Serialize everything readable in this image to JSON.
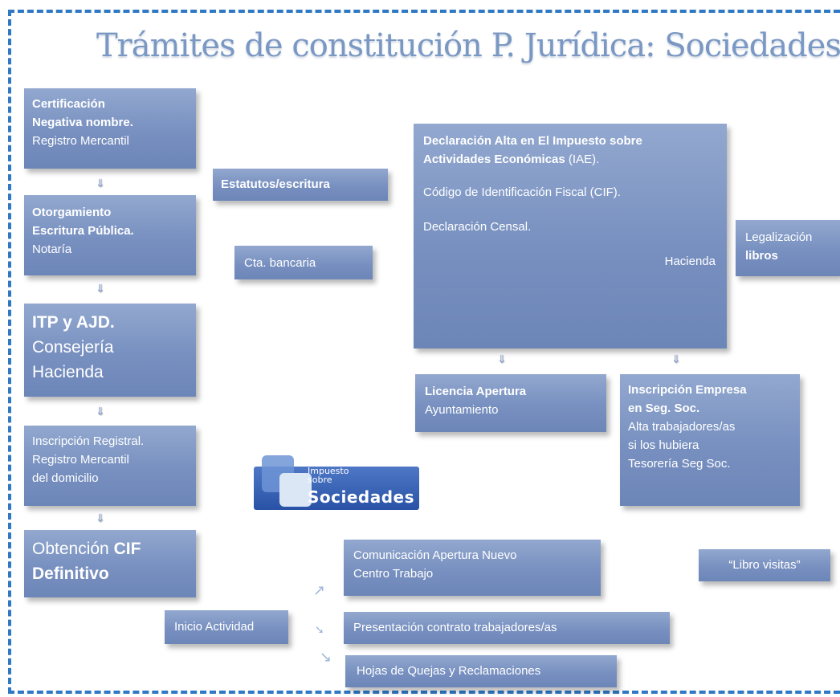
{
  "title": "Trámites de constitución P. Jurídica: Sociedades",
  "boxes": {
    "cert": {
      "l1": "Certificación",
      "l2": "Negativa nombre.",
      "l3": "Registro Mercantil"
    },
    "otorg": {
      "l1": "Otorgamiento",
      "l2": "Escritura Pública.",
      "l3": "Notaría"
    },
    "itp": {
      "l1": "ITP y AJD.",
      "l2": "Consejería",
      "l3": "Hacienda"
    },
    "inscr": {
      "l1": "Inscripción Registral.",
      "l2": "Registro Mercantil",
      "l3": "del domicilio"
    },
    "cif": {
      "l1a": "Obtención ",
      "l1b": "CIF",
      "l2": "Definitivo"
    },
    "estatutos": "Estatutos/escritura",
    "cta": "Cta. bancaria",
    "iae": {
      "l1": "Declaración Alta en El Impuesto sobre",
      "l2a": "Actividades Económicas",
      "l2b": " (IAE).",
      "l3": "Código de Identificación  Fiscal (CIF).",
      "l4": "Declaración Censal.",
      "l5": "Hacienda"
    },
    "legal": {
      "l1": "Legalización",
      "l2": "libros"
    },
    "licencia": {
      "l1": "Licencia Apertura",
      "l2": "Ayuntamiento"
    },
    "segsoc": {
      "l1": "Inscripción Empresa",
      "l2": "en Seg. Soc.",
      "l3": "Alta trabajadores/as",
      "l4": "si los hubiera",
      "l5": "Tesorería Seg Soc."
    },
    "comunic": {
      "l1": "Comunicación Apertura Nuevo",
      "l2": "Centro Trabajo"
    },
    "libro": "“Libro visitas”",
    "inicio": "Inicio Actividad",
    "presentacion": "Presentación contrato trabajadores/as",
    "hojas": "Hojas de Quejas y Reclamaciones"
  },
  "logo": {
    "small": "Impuesto sobre",
    "big": "Sociedades"
  },
  "arrow_glyph": "⇓",
  "diag_up": "↗",
  "diag_right": "➘",
  "diag_down": "↘"
}
